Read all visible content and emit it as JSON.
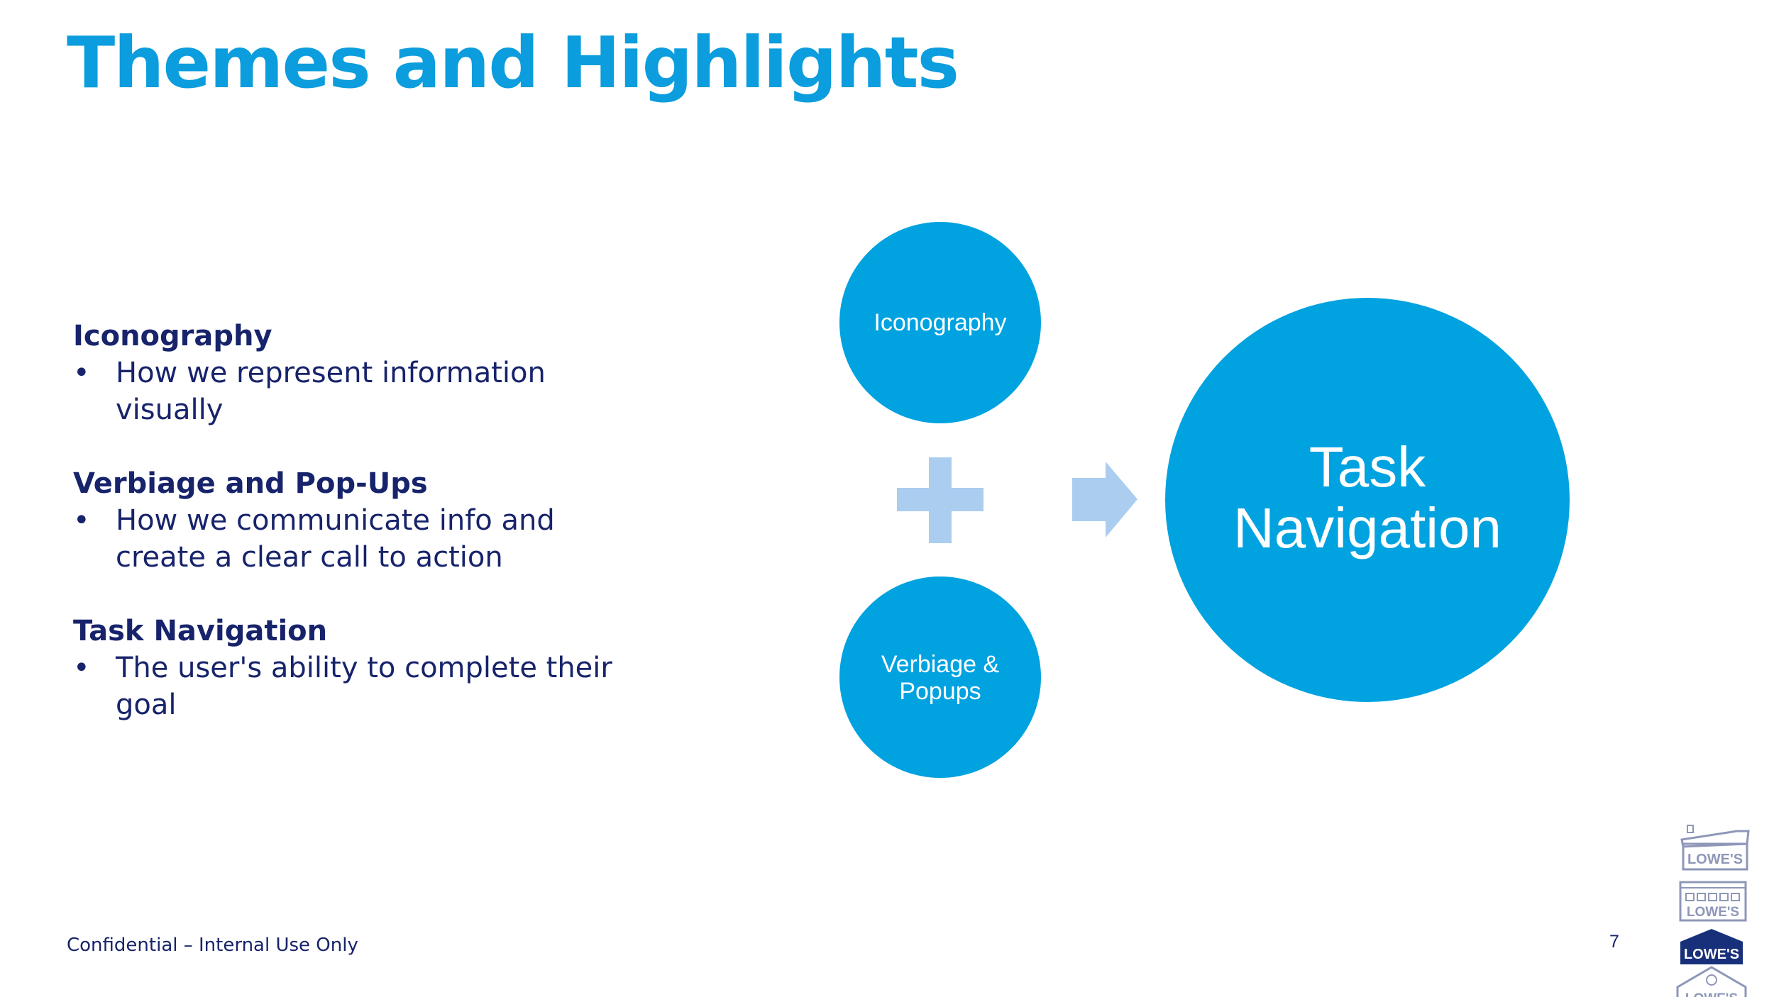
{
  "slide": {
    "title": "Themes and Highlights",
    "topics": [
      {
        "heading": "Iconography",
        "bullet": "How we represent information visually"
      },
      {
        "heading": "Verbiage and Pop-Ups",
        "bullet": "How we communicate info and create a clear call to action"
      },
      {
        "heading": "Task Navigation",
        "bullet": "The user's ability to complete their goal"
      }
    ],
    "bullet_glyph": "•",
    "footer": "Confidential – Internal Use Only",
    "page_number": "7"
  },
  "diagram": {
    "input_one": "Iconography",
    "input_two_line1": "Verbiage &",
    "input_two_line2": "Popups",
    "plus_icon": "plus-icon",
    "arrow_icon": "arrow-right-icon",
    "output_line1": "Task",
    "output_line2": "Navigation"
  },
  "logos": {
    "brand_text": "LOWE'S",
    "icons": [
      "lowes-logo-outline-icon",
      "lowes-logo-store-icon",
      "lowes-logo-solid-icon",
      "lowes-logo-house-icon"
    ]
  },
  "colors": {
    "title": "#0b9ddd",
    "text": "#17236a",
    "circle": "#00a2e0",
    "connector": "#aacdf0",
    "logo_outline": "#8e97b8",
    "logo_solid": "#18307a"
  }
}
